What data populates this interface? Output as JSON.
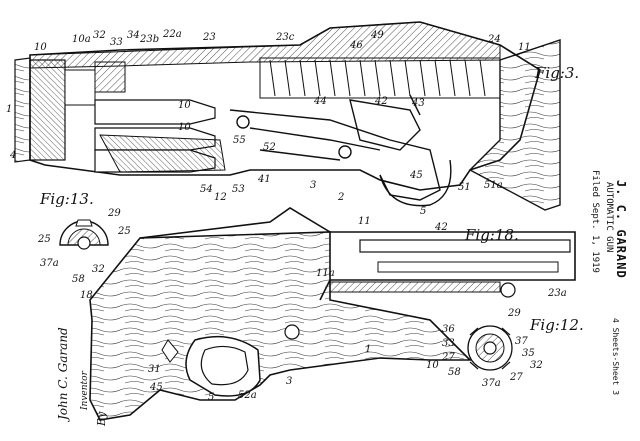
{
  "patent": {
    "inventor_name": "J. C. GARAND",
    "title": "AUTOMATIC GUN",
    "filed": "Filed Sept. 1, 1919",
    "sheets": "4 Sheets-Sheet 3"
  },
  "signature": {
    "name": "John C. Garand",
    "role": "Inventor",
    "by": "By"
  },
  "figures": {
    "fig3": "Fig:3.",
    "fig13": "Fig:13.",
    "fig18": "Fig:18.",
    "fig12": "Fig:12."
  },
  "labels_fig3": [
    "10",
    "10a",
    "32",
    "33",
    "34",
    "23b",
    "22a",
    "23",
    "23c",
    "46",
    "49",
    "24",
    "11",
    "1",
    "4",
    "10",
    "10",
    "55",
    "52",
    "41",
    "54",
    "53",
    "12",
    "3",
    "2",
    "5",
    "44",
    "43",
    "42",
    "45",
    "51",
    "51a"
  ],
  "labels_fig13": [
    "29",
    "25",
    "25",
    "37a",
    "58",
    "32"
  ],
  "labels_fig18": [
    "11",
    "42",
    "11a",
    "23a",
    "18",
    "31",
    "45",
    "5",
    "52a",
    "3",
    "1"
  ],
  "labels_fig12": [
    "29",
    "36",
    "33",
    "27",
    "10",
    "58",
    "37",
    "35",
    "32",
    "27",
    "37a"
  ]
}
